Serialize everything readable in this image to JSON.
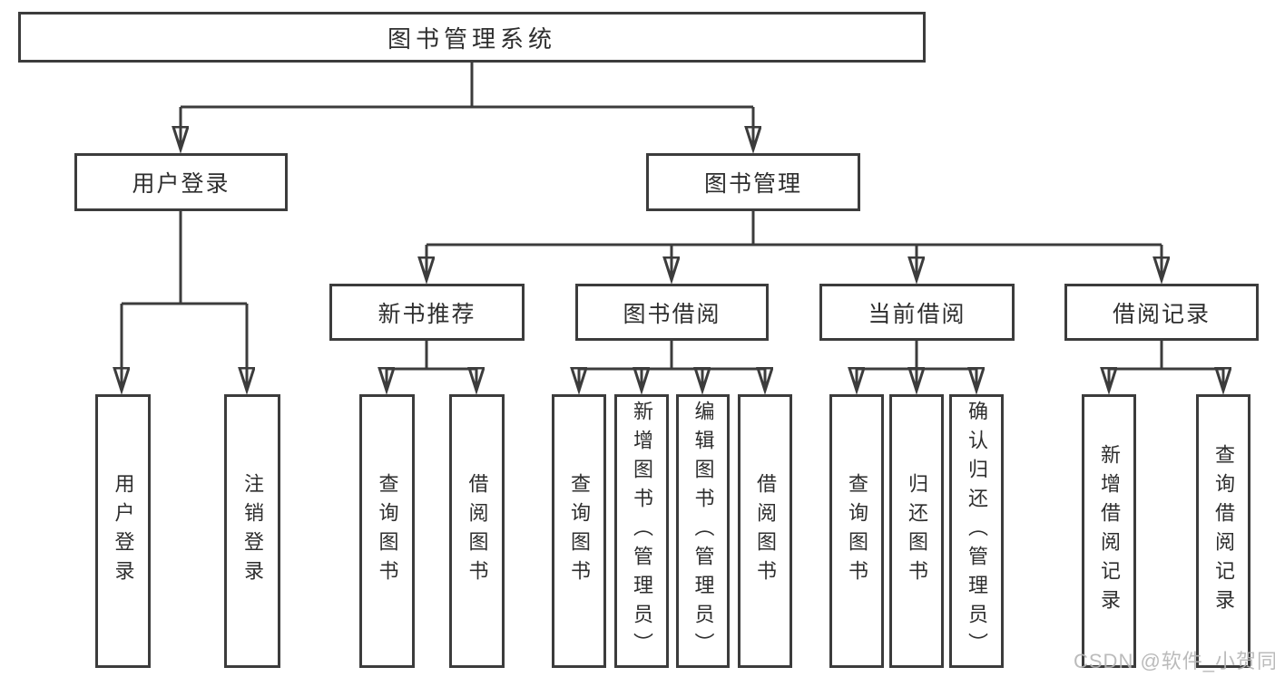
{
  "tree": {
    "root": "图书管理系统",
    "user_login": {
      "label": "用户登录",
      "children": [
        "用户登录",
        "注销登录"
      ]
    },
    "book_management": {
      "label": "图书管理",
      "children": [
        {
          "label": "新书推荐",
          "children": [
            "查询图书",
            "借阅图书"
          ]
        },
        {
          "label": "图书借阅",
          "children": [
            "查询图书",
            "新增图书（管理员）",
            "编辑图书（管理员）",
            "借阅图书"
          ]
        },
        {
          "label": "当前借阅",
          "children": [
            "查询图书",
            "归还图书",
            "确认归还（管理员）"
          ]
        },
        {
          "label": "借阅记录",
          "children": [
            "新增借阅记录",
            "查询借阅记录"
          ]
        }
      ]
    }
  },
  "watermark": "CSDN @软件_小贺同学",
  "colors": {
    "line": "#3c3c3c",
    "box_border": "#3c3c3c",
    "box_fill": "#ffffff",
    "text": "#2e2e2e",
    "watermark": "#b4b4b4",
    "background": "#ffffff"
  }
}
